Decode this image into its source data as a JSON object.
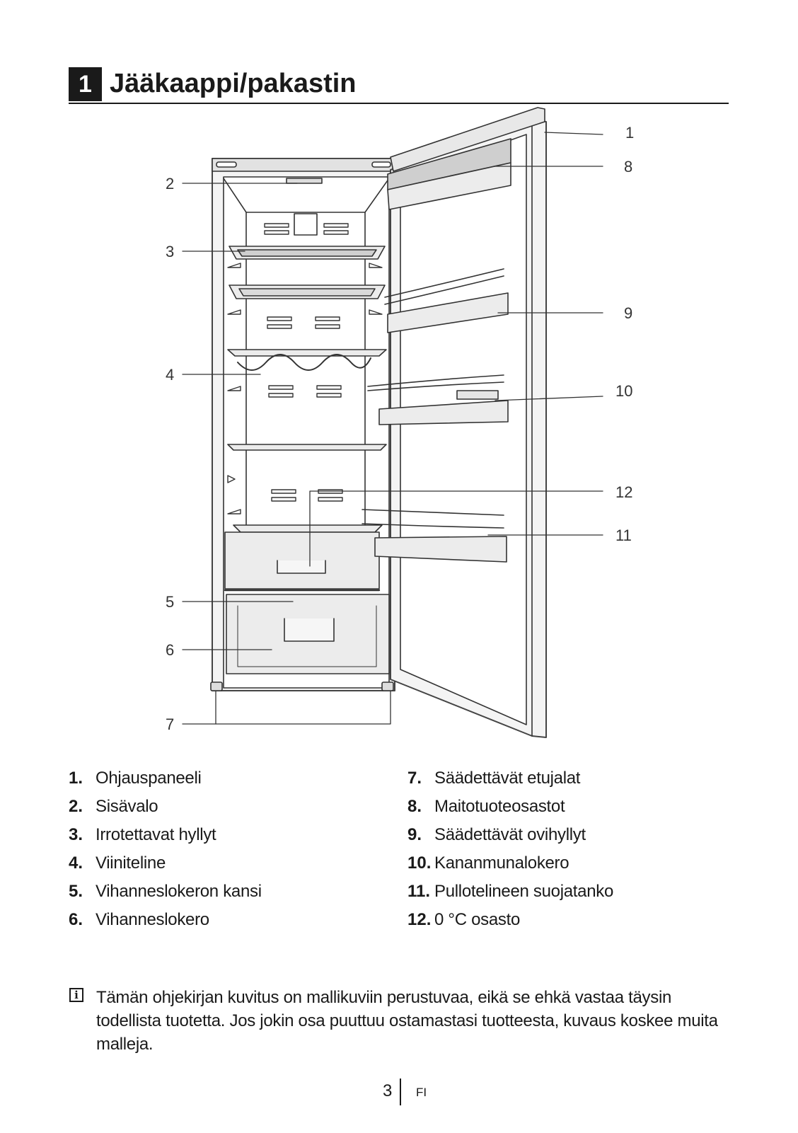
{
  "header": {
    "number": "1",
    "title": "Jääkaappi/pakastin"
  },
  "callouts": {
    "c1": "1",
    "c2": "2",
    "c3": "3",
    "c4": "4",
    "c5": "5",
    "c6": "6",
    "c7": "7",
    "c8": "8",
    "c9": "9",
    "c10": "10",
    "c11": "11",
    "c12": "12"
  },
  "legend": {
    "left": [
      {
        "num": "1.",
        "text": "Ohjauspaneeli"
      },
      {
        "num": "2.",
        "text": "Sisävalo"
      },
      {
        "num": "3.",
        "text": "Irrotettavat hyllyt"
      },
      {
        "num": "4.",
        "text": "Viiniteline"
      },
      {
        "num": "5.",
        "text": "Vihanneslokeron kansi"
      },
      {
        "num": "6.",
        "text": "Vihanneslokero"
      }
    ],
    "right": [
      {
        "num": "7.",
        "text": "Säädettävät etujalat"
      },
      {
        "num": "8.",
        "text": "Maitotuoteosastot"
      },
      {
        "num": "9.",
        "text": "Säädettävät ovihyllyt"
      },
      {
        "num": "10.",
        "text": "Kananmunalokero"
      },
      {
        "num": "11.",
        "text": "Pullotelineen suojatanko"
      },
      {
        "num": "12.",
        "text": "0 °C osasto"
      }
    ]
  },
  "note": {
    "icon": "info-icon",
    "text": "Tämän ohjekirjan kuvitus on mallikuviin perustuvaa, eikä se ehkä vastaa täysin todellista tuotetta. Jos jokin osa puuttuu ostamastasi tuotteesta, kuvaus koskee muita malleja."
  },
  "footer": {
    "page_number": "3",
    "language": "FI"
  }
}
